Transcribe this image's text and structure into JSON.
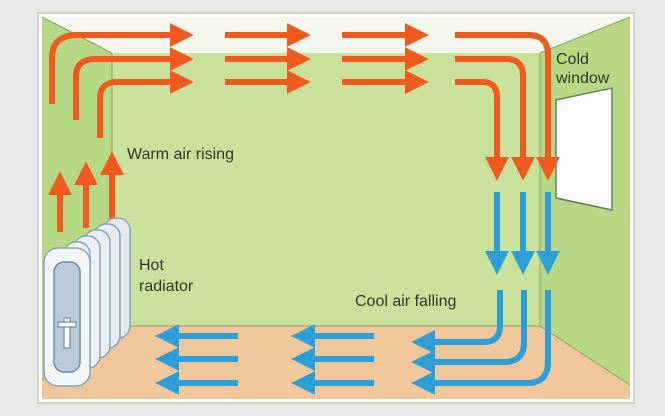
{
  "labels": {
    "cold_window_line1": "Cold",
    "cold_window_line2": "window",
    "warm_air": "Warm air rising",
    "hot_radiator_line1": "Hot",
    "hot_radiator_line2": "radiator",
    "cool_air": "Cool air falling"
  },
  "colors": {
    "back_wall": "#c9e19a",
    "side_wall": "#b7d884",
    "ceiling": "#f5f7ef",
    "floor": "#f0c79b",
    "warm_arrow": "#f15a1f",
    "cool_arrow": "#2c9ed8",
    "radiator": "#eef3f7",
    "radiator_outline": "#8aa4b8",
    "window": "#ffffff"
  }
}
